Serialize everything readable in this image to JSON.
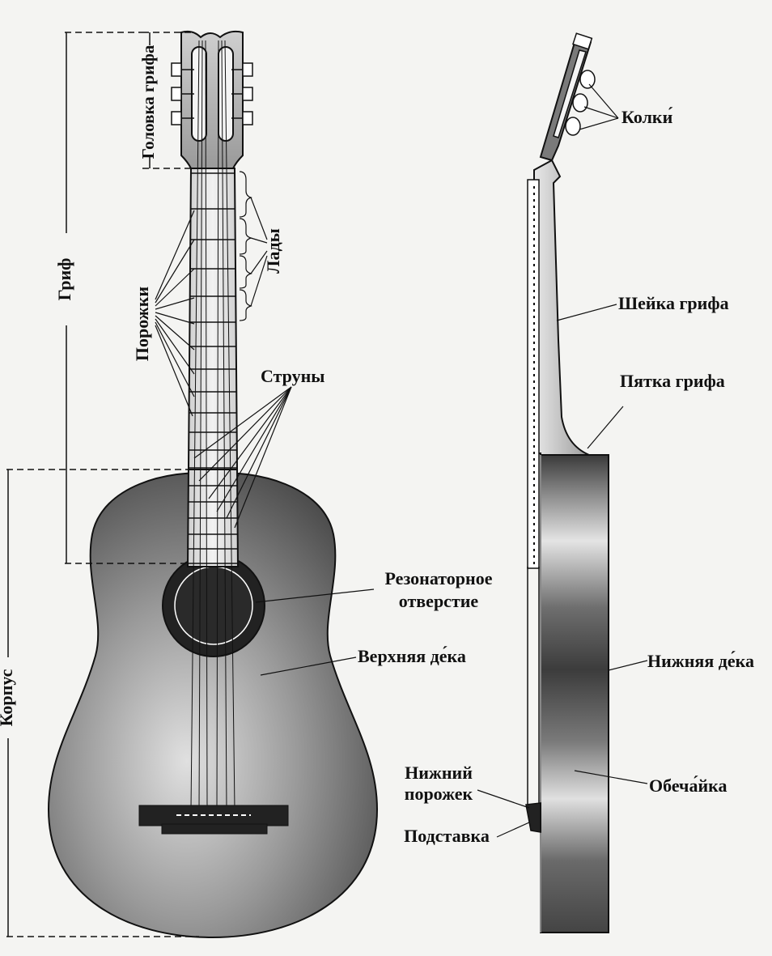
{
  "labels": {
    "headstock": "Головка грифа",
    "neck": "Гриф",
    "body": "Корпус",
    "fret_wires": "Порожки",
    "frets": "Лады",
    "strings": "Струны",
    "tuning_pegs": "Колки́",
    "neck_shaft": "Шейка грифа",
    "neck_heel": "Пятка грифа",
    "sound_hole_line1": "Резонаторное",
    "sound_hole_line2": "отверстие",
    "top_soundboard": "Верхняя де́ка",
    "back_soundboard": "Нижняя де́ка",
    "side_shell": "Обеча́йка",
    "saddle_line1": "Нижний",
    "saddle_line2": "порожек",
    "bridge": "Подставка"
  },
  "colors": {
    "background": "#f4f4f2",
    "ink": "#111111",
    "body_light": "#d9d9d9",
    "body_dark": "#3a3a3a"
  }
}
